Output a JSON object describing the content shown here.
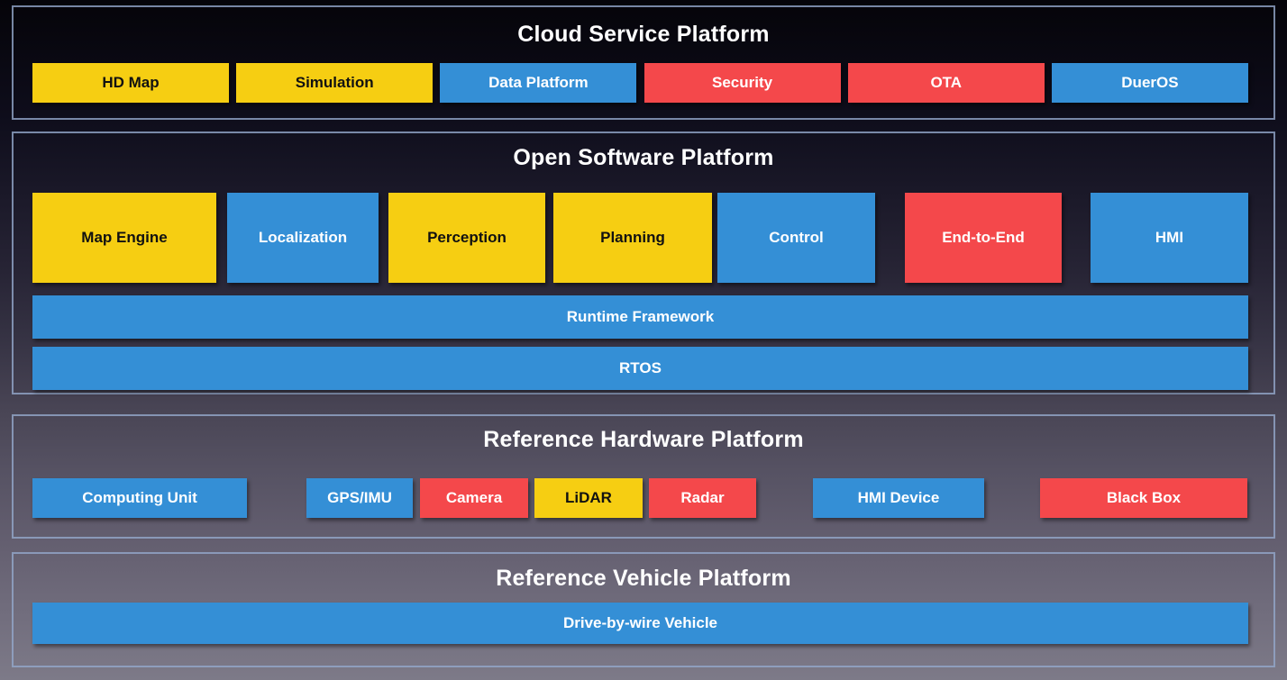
{
  "diagram": {
    "palette": {
      "yellow": "#F6CE12",
      "blue": "#348FD6",
      "red": "#F4484B",
      "title_color": "#FFFFFF",
      "section_border": "#94A8CB"
    },
    "sections": [
      {
        "title": "Cloud Service Platform",
        "blocks": [
          {
            "label": "HD Map",
            "bg": "#F6CE12",
            "fg": "#111111"
          },
          {
            "label": "Simulation",
            "bg": "#F6CE12",
            "fg": "#111111"
          },
          {
            "label": "Data Platform",
            "bg": "#348FD6",
            "fg": "#FFFFFF"
          },
          {
            "label": "Security",
            "bg": "#F4484B",
            "fg": "#FFFFFF"
          },
          {
            "label": "OTA",
            "bg": "#F4484B",
            "fg": "#FFFFFF"
          },
          {
            "label": "DuerOS",
            "bg": "#348FD6",
            "fg": "#FFFFFF"
          }
        ]
      },
      {
        "title": "Open Software Platform",
        "modules": [
          {
            "label": "Map Engine",
            "bg": "#F6CE12",
            "fg": "#111111"
          },
          {
            "label": "Localization",
            "bg": "#348FD6",
            "fg": "#FFFFFF"
          },
          {
            "label": "Perception",
            "bg": "#F6CE12",
            "fg": "#111111"
          },
          {
            "label": "Planning",
            "bg": "#F6CE12",
            "fg": "#111111"
          },
          {
            "label": "Control",
            "bg": "#348FD6",
            "fg": "#FFFFFF"
          },
          {
            "label": "End-to-End",
            "bg": "#F4484B",
            "fg": "#FFFFFF"
          },
          {
            "label": "HMI",
            "bg": "#348FD6",
            "fg": "#FFFFFF"
          }
        ],
        "bars": [
          {
            "label": "Runtime Framework",
            "bg": "#348FD6",
            "fg": "#FFFFFF"
          },
          {
            "label": "RTOS",
            "bg": "#348FD6",
            "fg": "#FFFFFF"
          }
        ]
      },
      {
        "title": "Reference Hardware Platform",
        "blocks": [
          {
            "label": "Computing Unit",
            "bg": "#348FD6",
            "fg": "#FFFFFF"
          },
          {
            "label": "GPS/IMU",
            "bg": "#348FD6",
            "fg": "#FFFFFF"
          },
          {
            "label": "Camera",
            "bg": "#F4484B",
            "fg": "#FFFFFF"
          },
          {
            "label": "LiDAR",
            "bg": "#F6CE12",
            "fg": "#111111"
          },
          {
            "label": "Radar",
            "bg": "#F4484B",
            "fg": "#FFFFFF"
          },
          {
            "label": "HMI Device",
            "bg": "#348FD6",
            "fg": "#FFFFFF"
          },
          {
            "label": "Black Box",
            "bg": "#F4484B",
            "fg": "#FFFFFF"
          }
        ]
      },
      {
        "title": "Reference Vehicle Platform",
        "bars": [
          {
            "label": "Drive-by-wire Vehicle",
            "bg": "#348FD6",
            "fg": "#FFFFFF"
          }
        ]
      }
    ]
  }
}
